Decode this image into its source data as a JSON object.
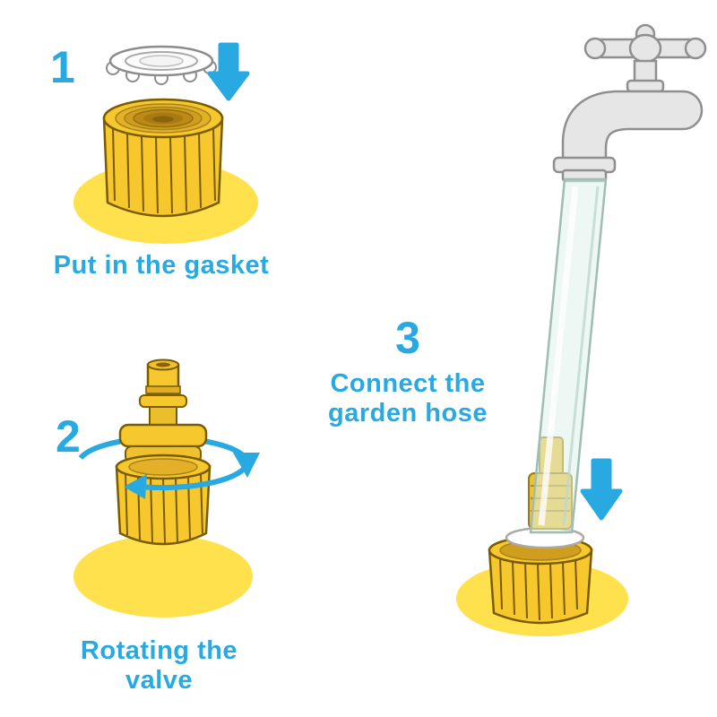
{
  "title": "Garden hose connector installation instructions",
  "colors": {
    "text_accent": "#29A9E1",
    "arrow_blue": "#29A9E1",
    "connector_yellow": "#F7C82E",
    "connector_outline": "#7A5C00",
    "highlight_yellow": "#FFE14D",
    "faucet_gray": "#E6E6E6",
    "hose_pale": "#DFF0EA",
    "background": "#FFFFFF"
  },
  "steps": {
    "step1": {
      "number": "1",
      "label": "Put in the gasket"
    },
    "step2": {
      "number": "2",
      "label_line1": "Rotating the",
      "label_line2": "valve"
    },
    "step3": {
      "number": "3",
      "label_line1": "Connect the",
      "label_line2": "garden hose"
    }
  },
  "illustrations": {
    "step1": [
      "gasket",
      "down-arrow",
      "female-hose-connector",
      "yellow-highlight-blob"
    ],
    "step2": [
      "male-quick-connector",
      "rotation-arrows",
      "yellow-highlight-blob"
    ],
    "step3": [
      "outdoor-faucet",
      "transparent-garden-hose",
      "down-arrow",
      "female-hose-connector",
      "yellow-highlight-blob"
    ]
  }
}
